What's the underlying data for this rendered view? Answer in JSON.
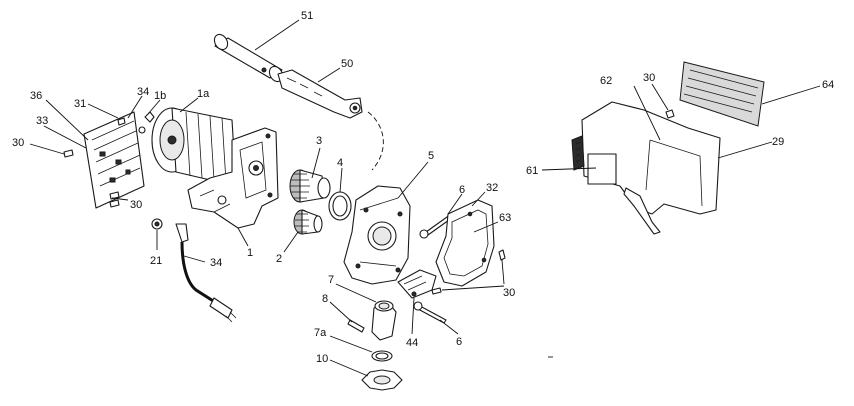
{
  "callouts": {
    "c51": "51",
    "c50": "50",
    "c36": "36",
    "c34a": "34",
    "c1b": "1b",
    "c1a": "1a",
    "c31": "31",
    "c33": "33",
    "c30a": "30",
    "c30b": "30",
    "c3": "3",
    "c4": "4",
    "c5": "5",
    "c6a": "6",
    "c32": "32",
    "c63": "63",
    "c21": "21",
    "c34b": "34",
    "c1": "1",
    "c2": "2",
    "c7": "7",
    "c8": "8",
    "c7a": "7a",
    "c10": "10",
    "c44": "44",
    "c30c": "30",
    "c6b": "6",
    "c30d": "30",
    "c62": "62",
    "c64": "64",
    "c61": "61",
    "c29": "29"
  }
}
